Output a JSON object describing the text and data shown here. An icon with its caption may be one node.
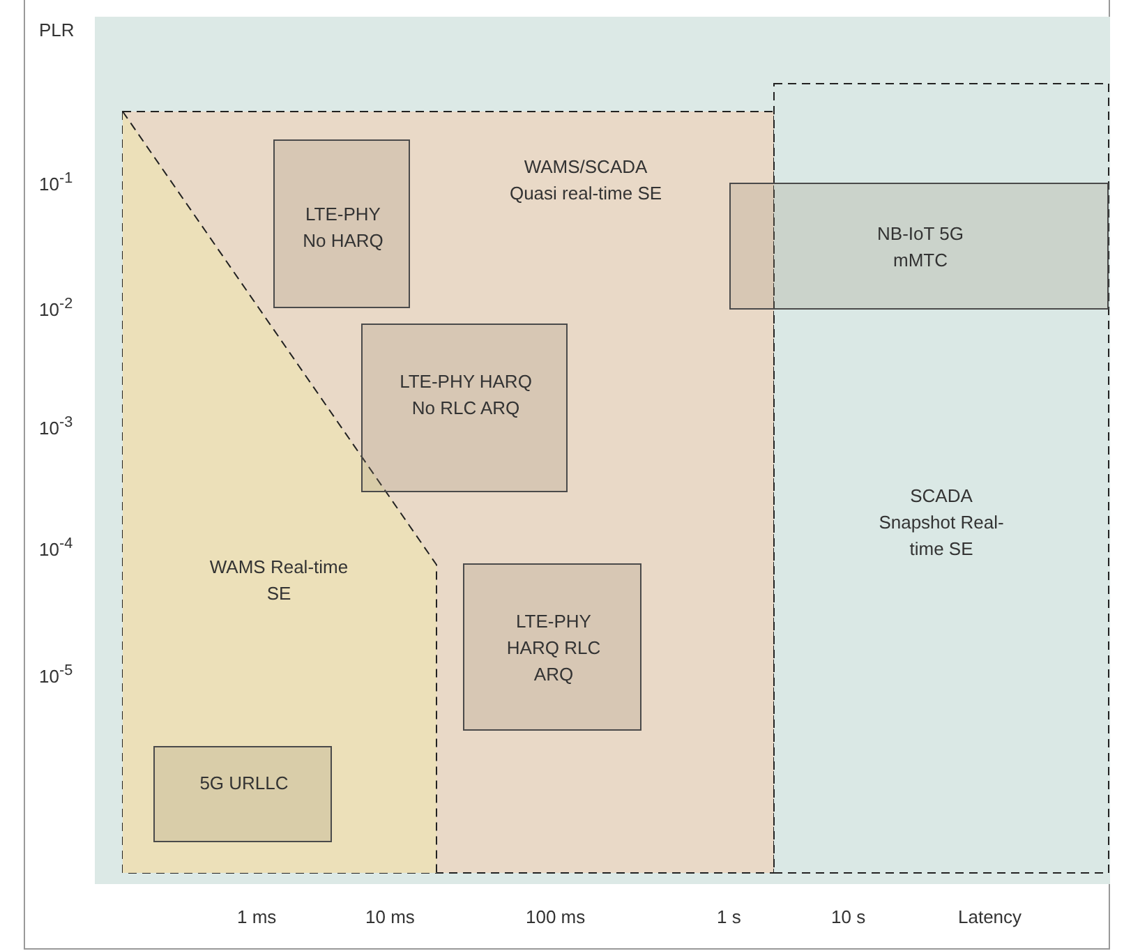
{
  "diagram": {
    "nodes": [
      {
        "text": [
          "WAMS/SCADA Quasi real-time SE"
        ]
      },
      {
        "text": [
          "WAMS Real-time SE"
        ],
        "in": 0
      },
      {
        "text": [
          "SCADA Snapshot Real-time SE"
        ]
      },
      {
        "text": [
          "LTE-PHY No HARQ"
        ],
        "in": 0
      },
      {
        "text": [
          "NB-IoT 5G mMTC"
        ]
      },
      {
        "text": [
          "LTE-PHY HARQ No RLC ARQ"
        ],
        "in": 0
      },
      {
        "text": [
          "LTE-PHY HARQ RLC ARQ"
        ],
        "in": 0
      },
      {
        "text": [
          "5G URLLC"
        ],
        "in": 1
      }
    ],
    "edges": [],
    "labels": [
      "PLR",
      "10$^{-1}$",
      "10$^{-2}$",
      "10$^{-3}$",
      "10$^{-4}$",
      "10$^{-5}$",
      "1 ms",
      "10 ms",
      "100 ms",
      "1 s",
      "10 s",
      "Latency"
    ]
  }
}
